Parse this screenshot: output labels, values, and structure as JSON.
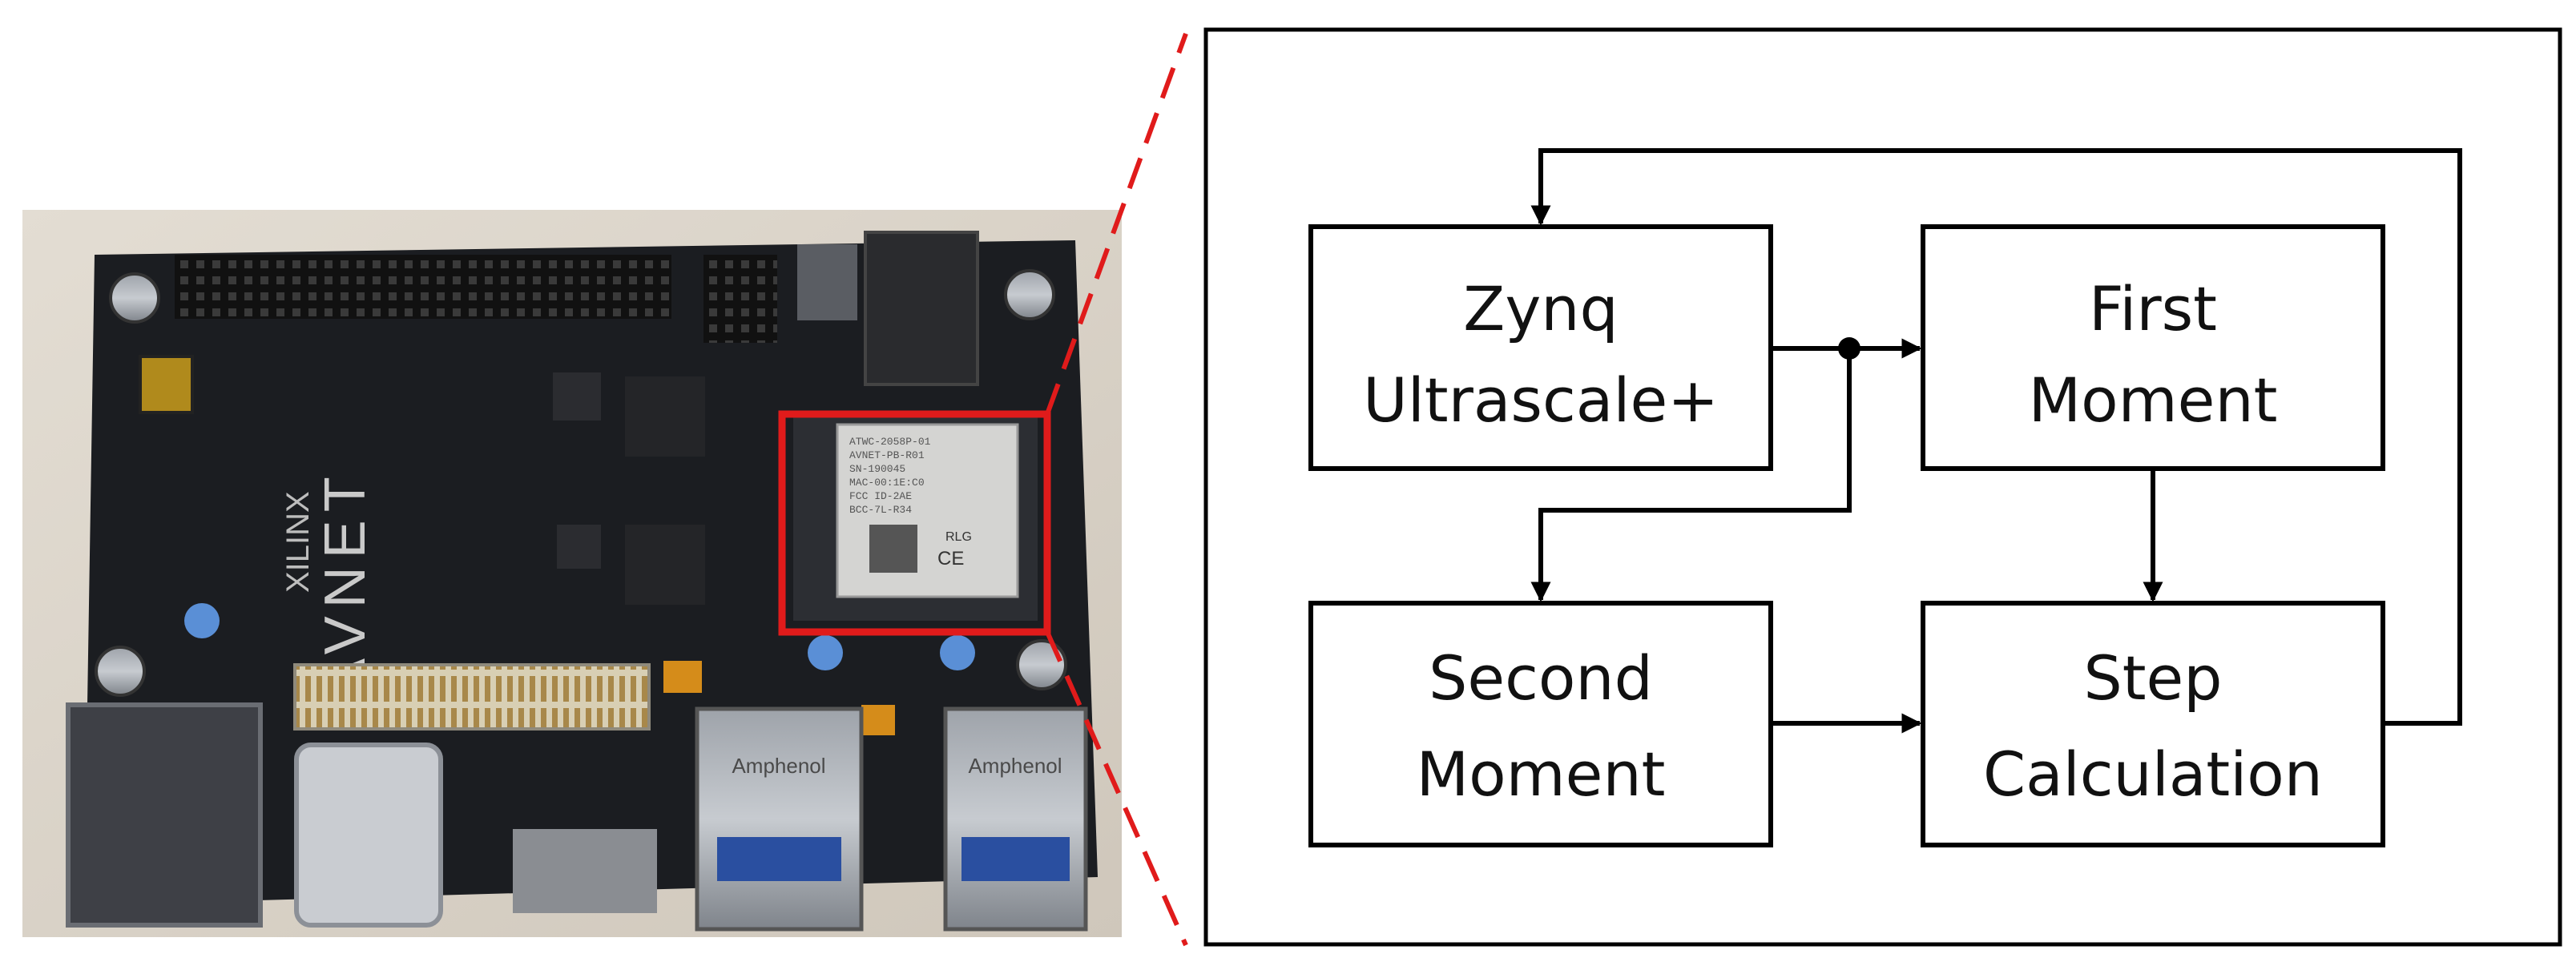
{
  "colors": {
    "zoom_highlight": "#e01b1b",
    "lines": "#000000",
    "board_pcb": "#1b1d21",
    "background_desk": "#d9d2c8"
  },
  "board": {
    "chip_text": [
      "ATWC-2058P-01",
      "AVNET-PB-R01",
      "SN-190045",
      "MAC-00:1E:C0",
      "FCC ID-2AE",
      "BCC-7L-R34"
    ],
    "chip_marks": [
      "RLG",
      "CE"
    ],
    "silkscreen_brand": "AVNET",
    "silkscreen_vendor": "XILINX",
    "connector_text": [
      "Amphenol",
      "Amphenol"
    ]
  },
  "diagram": {
    "nodes": [
      {
        "id": "zynq",
        "lines": [
          "Zynq",
          "Ultrascale+"
        ]
      },
      {
        "id": "first",
        "lines": [
          "First",
          "Moment"
        ]
      },
      {
        "id": "second",
        "lines": [
          "Second",
          "Moment"
        ]
      },
      {
        "id": "step",
        "lines": [
          "Step",
          "Calculation"
        ]
      }
    ],
    "edges": [
      {
        "from": "zynq",
        "to": "first"
      },
      {
        "from": "zynq",
        "to": "second"
      },
      {
        "from": "first",
        "to": "step"
      },
      {
        "from": "second",
        "to": "step"
      },
      {
        "from": "step",
        "to": "zynq"
      }
    ]
  }
}
